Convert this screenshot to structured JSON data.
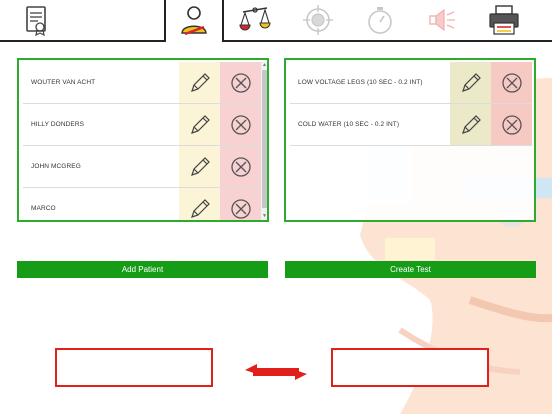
{
  "toolbar": {
    "tools": [
      {
        "icon": "certificate-icon"
      },
      {
        "icon": "patient-icon",
        "active": true
      },
      {
        "icon": "balance-scale-icon"
      },
      {
        "icon": "target-icon"
      },
      {
        "icon": "stopwatch-icon"
      },
      {
        "icon": "speaker-icon"
      },
      {
        "icon": "printer-icon"
      }
    ]
  },
  "patients": [
    {
      "name": "WOUTER VAN ACHT"
    },
    {
      "name": "HILLY DONDERS"
    },
    {
      "name": "JOHN MCGREG"
    },
    {
      "name": "MARCO"
    }
  ],
  "tests": [
    {
      "name": "LOW VOLTAGE LEGS (10 SEC - 0.2 INT)"
    },
    {
      "name": "COLD WATER (10 SEC - 0.2 INT)"
    }
  ],
  "buttons": {
    "add_patient": "Add Patient",
    "create_test": "Create Test"
  },
  "colors": {
    "accent_green": "#179c17",
    "panel_border": "#2eaa2e",
    "alert_red": "#e0201a",
    "edit_cell": "#fbf4d7",
    "delete_cell": "#f8d2d2"
  }
}
